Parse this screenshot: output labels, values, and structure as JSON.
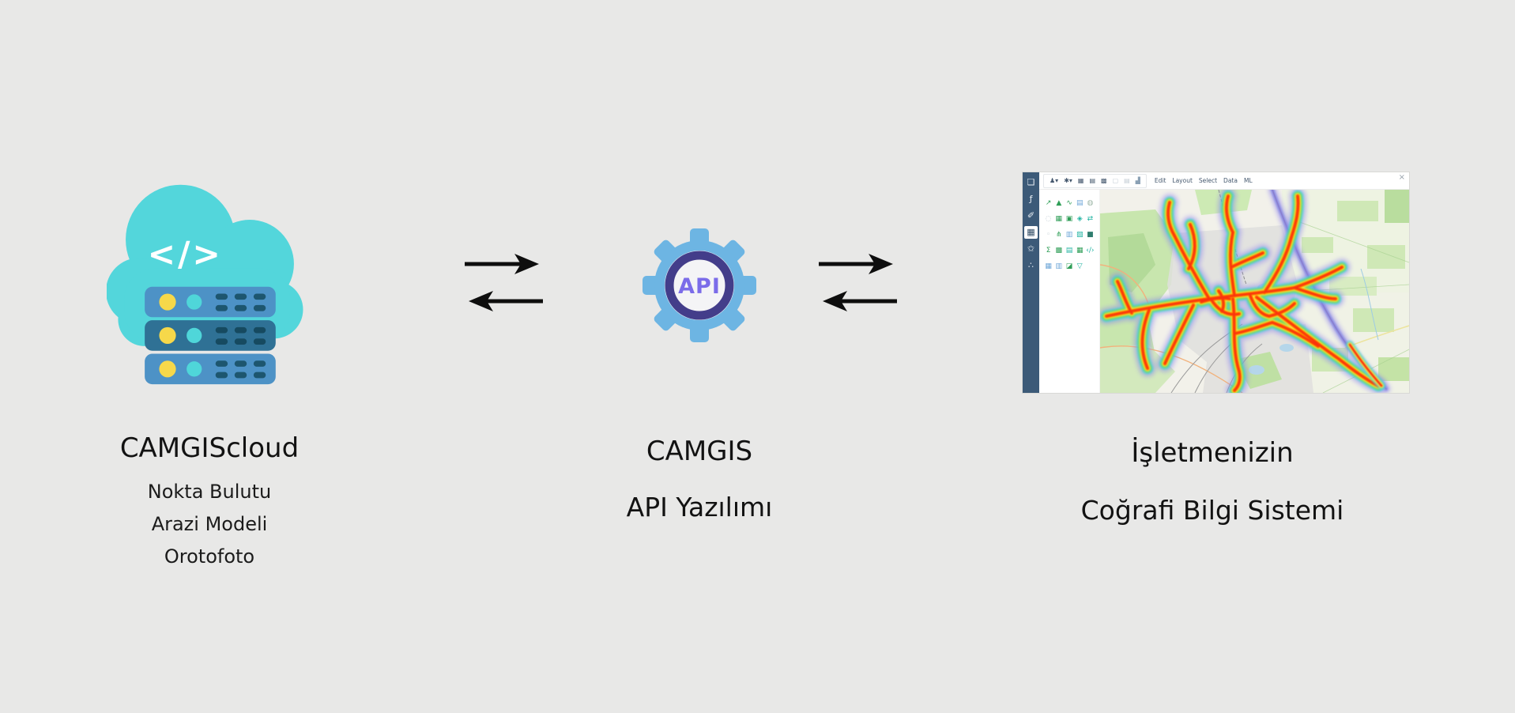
{
  "background": "#e8e8e7",
  "left_node": {
    "title": "CAMGIScloud",
    "items": [
      "Nokta Bulutu",
      "Arazi Modeli",
      "Orotofoto"
    ],
    "icon_name": "cloud-server-icon",
    "code_glyph": "</>",
    "colors": {
      "cloud": "#53d6db",
      "rack_light": "#4d92c6",
      "rack_dark": "#2f7195",
      "led_yellow": "#f6d84a",
      "led_teal": "#4fd6d9",
      "vents": "#1d566f"
    }
  },
  "center_node": {
    "title": "CAMGIS",
    "subtitle": "API Yazılımı",
    "icon_name": "api-gear-icon",
    "api_label": "API",
    "colors": {
      "gear": "#6db5e3",
      "ring": "#433d8a",
      "inner": "#f4f4f6",
      "label": "#7b6ce9"
    }
  },
  "flow_arrows": {
    "color": "#0e0e0e"
  },
  "right_node": {
    "title": "İşletmenizin",
    "subtitle": "Coğrafi Bilgi Sistemi",
    "app": {
      "menus": [
        "Edit",
        "Layout",
        "Select",
        "Data",
        "ML"
      ],
      "close_glyph": "×",
      "sidebar_color": "#3c5a78",
      "sidebar_icons": [
        {
          "name": "folder-icon",
          "g": "❏"
        },
        {
          "name": "function-icon",
          "g": "ƒ"
        },
        {
          "name": "wrench-icon",
          "g": "✐"
        },
        {
          "name": "table-icon",
          "g": "▦",
          "sel": true
        },
        {
          "name": "star-icon",
          "g": "✩"
        },
        {
          "name": "share-icon",
          "g": "∴"
        }
      ],
      "toolbar_icons": [
        {
          "name": "user-menu-icon",
          "g": "♟▾",
          "c": "#45586e"
        },
        {
          "name": "gear-menu-icon",
          "g": "✱▾",
          "c": "#45586e"
        },
        {
          "name": "grid-view-icon",
          "g": "▦",
          "c": "#45586e"
        },
        {
          "name": "split-view-icon",
          "g": "▤",
          "c": "#45586e"
        },
        {
          "name": "layout-view-icon",
          "g": "▩",
          "c": "#45586e"
        },
        {
          "name": "disabled-tool-icon",
          "g": "▢",
          "c": "#c3ccd4"
        },
        {
          "name": "disabled-tool-icon",
          "g": "▤",
          "c": "#c3ccd4"
        },
        {
          "name": "chart-tool-icon",
          "g": "▟",
          "c": "#8aa0b4"
        }
      ],
      "tool_grid_icons": [
        {
          "name": "scatter-tool-icon",
          "g": "↗",
          "c": "#2f9e57"
        },
        {
          "name": "terrain-tool-icon",
          "g": "▲",
          "c": "#2f9e57"
        },
        {
          "name": "line-chart-tool-icon",
          "g": "∿",
          "c": "#2f9e57"
        },
        {
          "name": "report-tool-icon",
          "g": "▤",
          "c": "#6fa7d8"
        },
        {
          "name": "globe-tool-icon",
          "g": "◍",
          "c": "#9fb7a8"
        },
        {
          "name": "circle-tool-icon",
          "g": "◌",
          "c": "#c2cdd4"
        },
        {
          "name": "grid-tool-icon",
          "g": "▦",
          "c": "#2f9e57"
        },
        {
          "name": "image-tool-icon",
          "g": "▣",
          "c": "#2f9e57"
        },
        {
          "name": "palette-tool-icon",
          "g": "◈",
          "c": "#21b3a1"
        },
        {
          "name": "swap-tool-icon",
          "g": "⇄",
          "c": "#21b3a1"
        },
        {
          "name": "dot-tool-icon",
          "g": "◦",
          "c": "#c2cdd4"
        },
        {
          "name": "network-tool-icon",
          "g": "⋔",
          "c": "#2f9e57"
        },
        {
          "name": "bars-tool-icon",
          "g": "▥",
          "c": "#6fa7d8"
        },
        {
          "name": "layers-tool-icon",
          "g": "▧",
          "c": "#21b3a1"
        },
        {
          "name": "raster-tool-icon",
          "g": "■",
          "c": "#2f7d6e"
        },
        {
          "name": "sum-tool-icon",
          "g": "Σ",
          "c": "#2f9e57"
        },
        {
          "name": "select-grid-tool-icon",
          "g": "▩",
          "c": "#2f9e57"
        },
        {
          "name": "calendar-tool-icon",
          "g": "▤",
          "c": "#21b3a1"
        },
        {
          "name": "table-tool-icon",
          "g": "▦",
          "c": "#2f9e57"
        },
        {
          "name": "code-tool-icon",
          "g": "‹/›",
          "c": "#21b3a1"
        },
        {
          "name": "matrix-tool-icon",
          "g": "▦",
          "c": "#6fa7d8"
        },
        {
          "name": "columns-tool-icon",
          "g": "▥",
          "c": "#6fa7d8"
        },
        {
          "name": "export-image-tool-icon",
          "g": "◪",
          "c": "#2f9e57"
        },
        {
          "name": "filter-tool-icon",
          "g": "▽",
          "c": "#21b3a1"
        }
      ]
    }
  }
}
